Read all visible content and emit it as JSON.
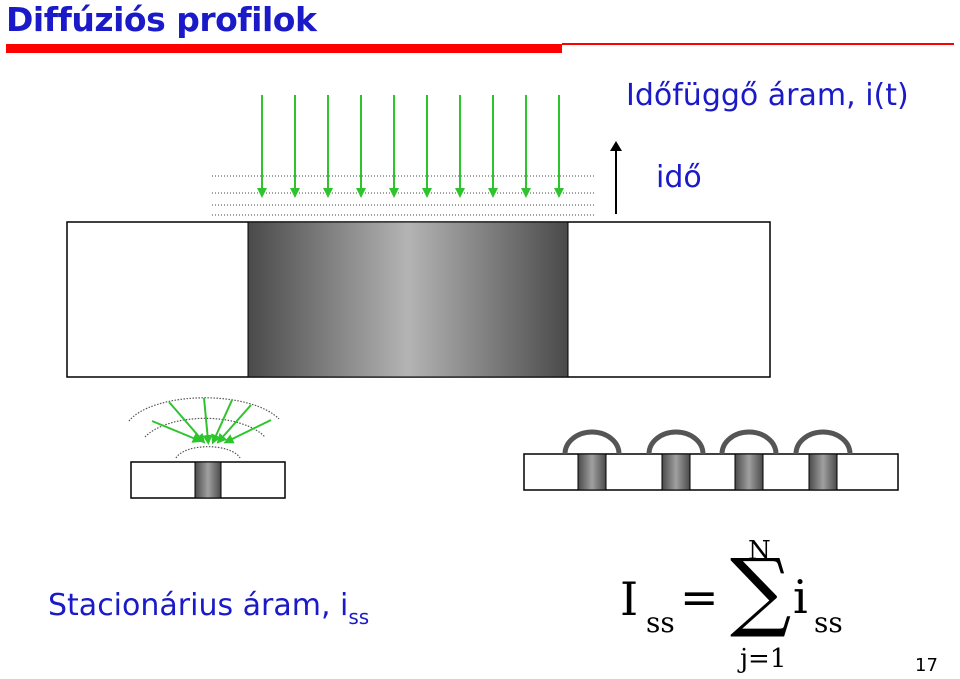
{
  "slide": {
    "title": "Diffúziós profilok",
    "page_number": "17"
  },
  "labels": {
    "time_dependent_current": "Időfüggő áram, i(t)",
    "time_axis": "idő",
    "stationary_current": "Stacionárius áram, i",
    "stationary_current_sub": "ss"
  },
  "equation": {
    "lhs": "I",
    "lhs_sub": "ss",
    "equals": "=",
    "sum_symbol": "∑",
    "sum_upper": "N",
    "sum_lower": "j=1",
    "rhs": "i",
    "rhs_sub": "ss"
  },
  "colors": {
    "title": "#1a1ac8",
    "accent_red": "#ff0000",
    "arrow_green": "#2ec42e",
    "electrode_dark": "#4a4a4a",
    "electrode_light": "#b4b4b4",
    "arc": "#555555"
  }
}
